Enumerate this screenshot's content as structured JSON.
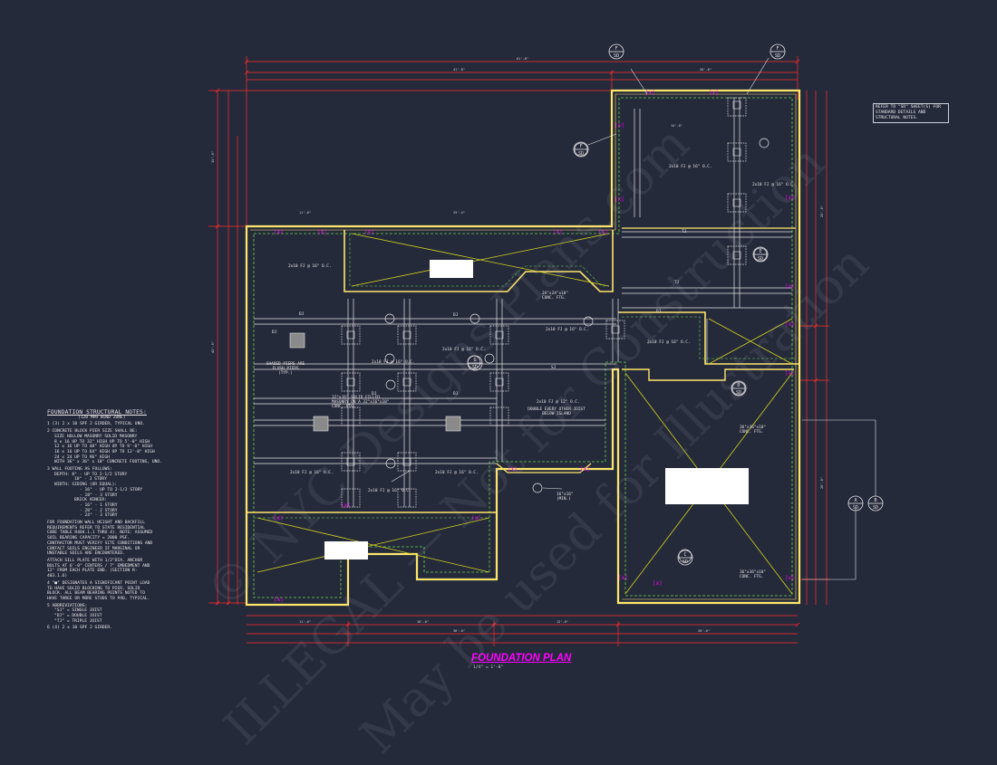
{
  "drawing": {
    "title": "FOUNDATION PLAN",
    "scale": "1/4\" = 1'-0\"",
    "refer_note": "REFER TO \"SD\" SHEET(S) FOR STANDARD DETAILS AND STRUCTURAL NOTES.",
    "colors": {
      "background": "#252a3b",
      "walls": "#ffe66b",
      "dimensions": "#ff3030",
      "grid": "#e0e0e0",
      "tags": "#ff00ff",
      "diagonal": "#d8d81a"
    }
  },
  "notes": {
    "title": "FOUNDATION STRUCTURAL NOTES:",
    "subtitle": "(120 MPH WIND ZONE)",
    "n1": "1  (3) 2 x 10 SPF 2 GIRDER, TYPICAL UNO.",
    "n2": "2  CONCRETE BLOCK PIER SIZE SHALL BE:",
    "n2_head": "SIZE      HOLLOW MASONRY    SOLID MASONRY",
    "n2_r1": "8 x 16    UP TO 32\" HIGH    UP TO 5'-0\" HIGH",
    "n2_r2": "12 x 16   UP TO 48\" HIGH    UP TO 9'-0\" HIGH",
    "n2_r3": "16 x 16   UP TO 64\" HIGH    UP TO 12'-0\" HIGH",
    "n2_r4": "24 x 24   UP TO 96\" HIGH",
    "n2_r5": "WITH 36\" x 36\" x 10\" CONCRETE FOOTING, UNO.",
    "n3": "3  WALL FOOTING AS FOLLOWS:",
    "n3_depth": "DEPTH:  8\" - UP TO 2-1/2 STORY",
    "n3_depth2": "10\" - 3 STORY",
    "n3_width": "WIDTH:  SIDING (OR EQUAL):",
    "n3_w1": "- 16\" - UP TO 2-1/2 STORY",
    "n3_w2": "- 18\" - 3 STORY",
    "n3_brick": "BRICK VENEER:",
    "n3_b1": "- 16\" - 1 STORY",
    "n3_b2": "- 20\" - 2 STORY",
    "n3_b3": "- 24\" - 3 STORY",
    "p1": "FOR FOUNDATION WALL HEIGHT AND BACKFILL REQUIREMENTS REFER TO STATE RESIDENTIAL CODE TABLE R404.1.1 THRU 4). NOTE: ASSUMED SOIL BEARING CAPACITY = 2000 PSF. CONTRACTOR MUST VERIFY SITE CONDITIONS AND CONTACT SOILS ENGINEER IF MARGINAL OR UNSTABLE SOILS ARE ENCOUNTERED.",
    "p2": "ATTACH SILL PLATE WITH 1/2\"DIA. ANCHOR BOLTS AT 6'-0\" CENTERS / 7\" EMBEDMENT AND 12\" FROM EACH PLATE END. (SECTION R-403.1.6)",
    "n4": "4  \"■\" DESIGNATES A SIGNIFICANT POINT LOAD TO HAVE SOLID BLOCKING TO PIER, SOLID BLOCK. ALL BEAM BEARING POINTS NOTED TO HAVE THREE OR MORE STUDS TO PAD, TYPICAL.",
    "n5": "5  ABBREVIATIONS:",
    "a1": "\"SJ\" = SINGLE JOIST",
    "a2": "\"DJ\" = DOUBLE JOIST",
    "a3": "\"TJ\" = TRIPLE JOIST",
    "n6": "6  (4) 2 x 10 SPF 2 GIRDER."
  },
  "labels": {
    "pier_note": "SHADED PIERS ARE FLUSH PIERS (TYP.)",
    "solid_masonry": "32\"x16\" SOLID FILLED MASONRY ON A 32\"x16\"x10\" CONC. FTG.",
    "double_joist": "DOUBLE EVERY OTHER JOIST BELOW ISLAND",
    "joist_main": "2x10 FJ @ 16\" O.C.",
    "joist_main_b": "2x10 FJ @ 16\" O.C.",
    "joist_island": "2x10 FJ @ 12\" O.C.",
    "ftg_24": "24\"x24\"x10\" CONC. FTG.",
    "ftg_36": "36\"x36\"x10\" CONC. FTG.",
    "ftg_36b": "36\"x36\"x10\" CONC. FTG.",
    "min_16": "16\"x16\" (MIN.)",
    "dj": "DJ",
    "sj": "SJ",
    "tj": "TJ"
  },
  "section_tags": [
    {
      "top": "F",
      "bottom": "SD"
    },
    {
      "top": "F",
      "bottom": "SD"
    },
    {
      "top": "F",
      "bottom": "SD"
    },
    {
      "top": "A",
      "bottom": "SD"
    },
    {
      "top": "B",
      "bottom": "SD"
    },
    {
      "top": "C",
      "bottom": "SD"
    },
    {
      "top": "D",
      "bottom": "SD"
    },
    {
      "top": "G",
      "bottom": "SD"
    },
    {
      "top": "E",
      "bottom": "SD"
    }
  ],
  "watermarks": {
    "w1": "© NYC Designs Plans.com",
    "w2": "ILLEGAL — Not for Construction",
    "w3": "May be used for Illustration"
  }
}
